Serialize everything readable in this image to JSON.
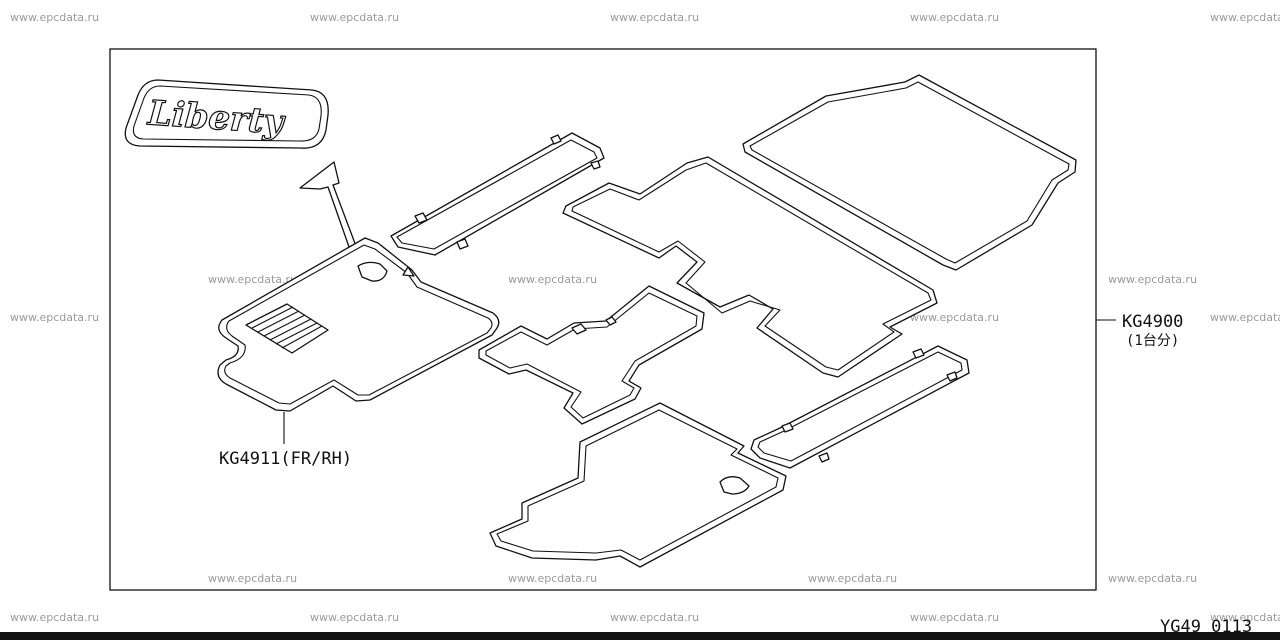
{
  "watermark": "www.epcdata.ru",
  "logo_text": "Liberty",
  "labels": {
    "set": "KG4900",
    "set_note": "(1台分)",
    "front_rh": "KG4911(FR/RH)"
  },
  "figure_code": "YG49 0113"
}
